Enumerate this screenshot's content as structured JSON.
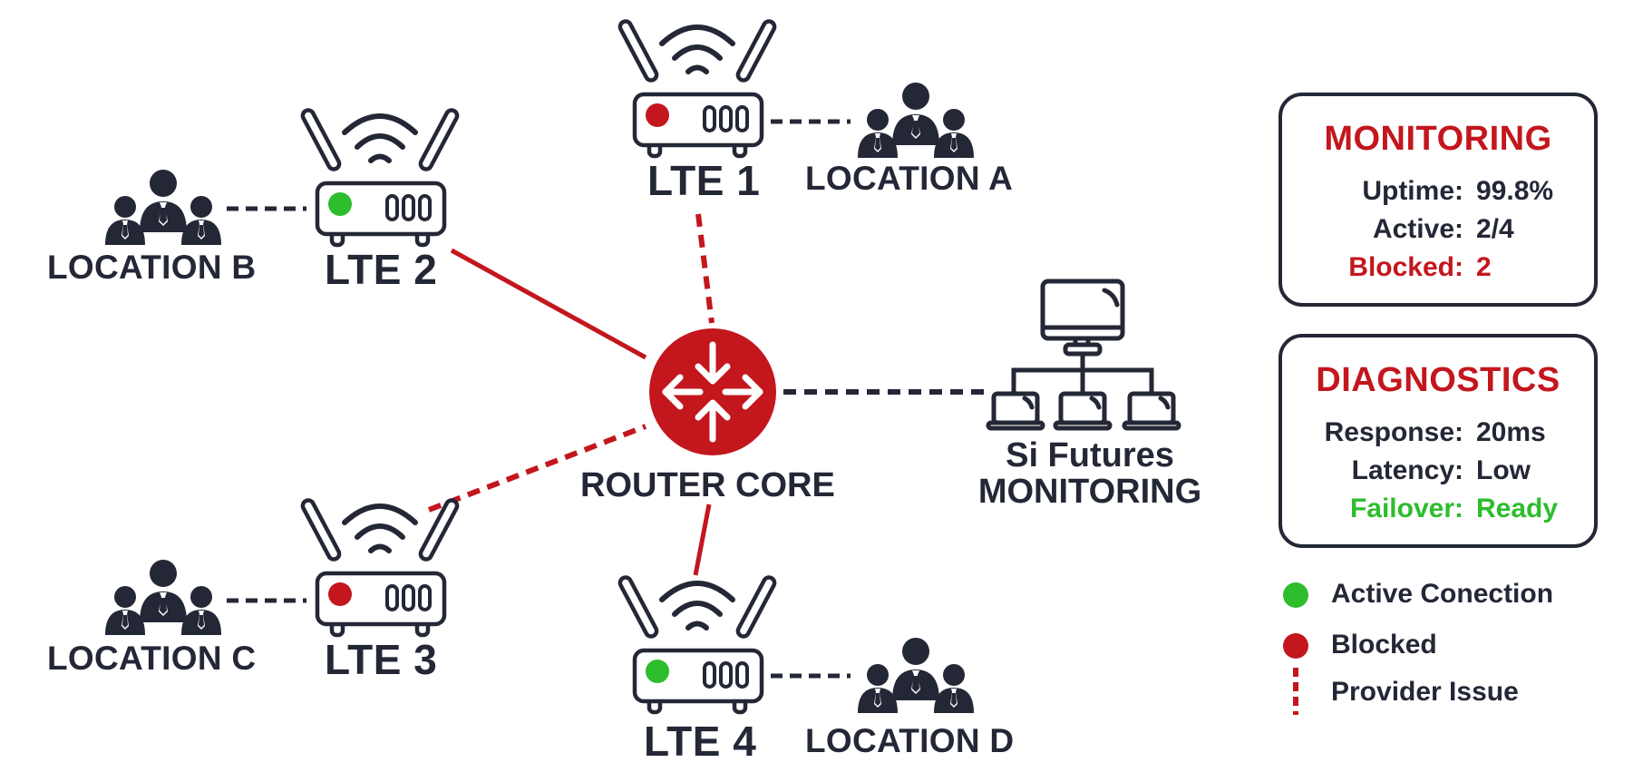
{
  "colors": {
    "dark": "#242736",
    "red": "#c3161d",
    "green": "#2dbd2d",
    "background": "#ffffff"
  },
  "core": {
    "label": "ROUTER CORE",
    "icon": "router-arrows-icon"
  },
  "monitoring_node": {
    "line1": "Si Futures",
    "line2": "MONITORING",
    "icon": "network-hierarchy-icon"
  },
  "routers": [
    {
      "id": "lte1",
      "label": "LTE 1",
      "status": "blocked",
      "location": "LOCATION A",
      "link": "provider-issue"
    },
    {
      "id": "lte2",
      "label": "LTE 2",
      "status": "active",
      "location": "LOCATION B",
      "link": "solid"
    },
    {
      "id": "lte3",
      "label": "LTE 3",
      "status": "blocked",
      "location": "LOCATION C",
      "link": "provider-issue"
    },
    {
      "id": "lte4",
      "label": "LTE 4",
      "status": "active",
      "location": "LOCATION D",
      "link": "solid"
    }
  ],
  "router_port_text": "000",
  "monitoring_panel": {
    "title": "MONITORING",
    "rows": [
      {
        "key": "Uptime:",
        "value": "99.8%",
        "tone": "dark"
      },
      {
        "key": "Active:",
        "value": "2/4",
        "tone": "dark"
      },
      {
        "key": "Blocked:",
        "value": "2",
        "tone": "red"
      }
    ]
  },
  "diagnostics_panel": {
    "title": "DIAGNOSTICS",
    "rows": [
      {
        "key": "Response:",
        "value": "20ms",
        "tone": "dark"
      },
      {
        "key": "Latency:",
        "value": "Low",
        "tone": "dark"
      },
      {
        "key": "Failover:",
        "value": "Ready",
        "tone": "green"
      }
    ]
  },
  "legend": [
    {
      "label": "Active Conection",
      "symbol": "green-dot"
    },
    {
      "label": "Blocked",
      "symbol": "red-dot"
    },
    {
      "label": "Provider Issue",
      "symbol": "red-dashed-line"
    }
  ]
}
